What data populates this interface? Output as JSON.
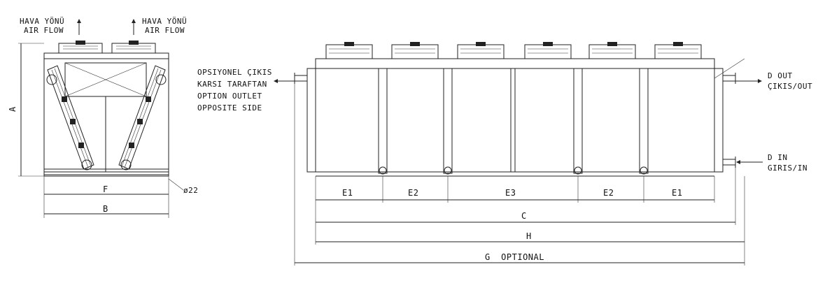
{
  "side_view": {
    "airflow_left": [
      "HAVA YÖNÜ",
      "AIR FLOW"
    ],
    "airflow_right": [
      "HAVA YÖNÜ",
      "AIR FLOW"
    ],
    "dim_a": "A",
    "dim_f": "F",
    "dim_b": "B",
    "hole_dia": "ø22"
  },
  "front_view": {
    "opt_outlet": [
      "OPSIYONEL ÇIKIS",
      "KARSI TARAFTAN",
      "OPTION OUTLET",
      "OPPOSITE SIDE"
    ],
    "d_out": [
      "D OUT",
      "ÇIKIS/OUT"
    ],
    "d_in": [
      "D IN",
      "GIRIS/IN"
    ],
    "sections": [
      "E1",
      "E2",
      "E3",
      "E2",
      "E1"
    ],
    "dim_c": "C",
    "dim_h": "H",
    "dim_g": "G  OPTIONAL"
  },
  "colors": {
    "line": "#222222",
    "background": "#ffffff"
  }
}
